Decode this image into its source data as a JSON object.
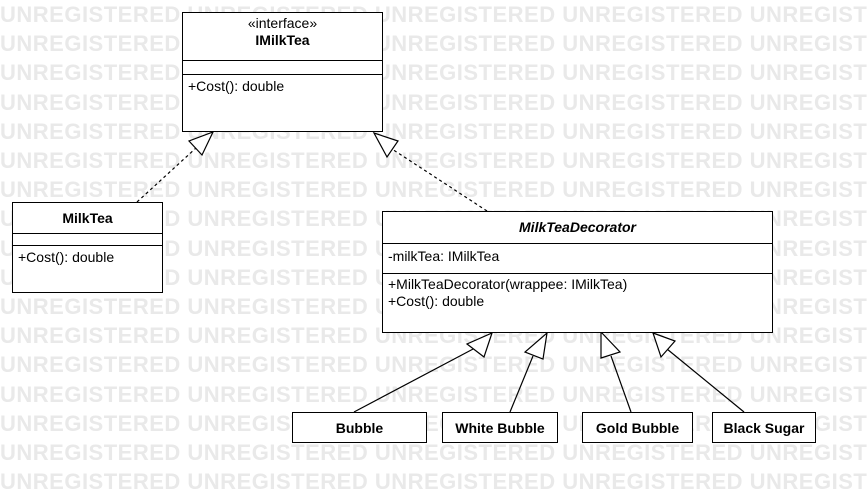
{
  "watermark": {
    "text": "UNREGISTERED"
  },
  "classes": {
    "imilktea": {
      "stereotype": "«interface»",
      "name": "IMilkTea",
      "attributes": [],
      "methods": [
        "+Cost(): double"
      ]
    },
    "milktea": {
      "name": "MilkTea",
      "attributes": [],
      "methods": [
        "+Cost(): double"
      ]
    },
    "decorator": {
      "name": "MilkTeaDecorator",
      "attributes": [
        "-milkTea: IMilkTea"
      ],
      "methods": [
        "+MilkTeaDecorator(wrappee: IMilkTea)",
        "+Cost(): double"
      ]
    }
  },
  "leaves": [
    "Bubble",
    "White Bubble",
    "Gold Bubble",
    "Black Sugar"
  ],
  "relationships": [
    {
      "from": "MilkTea",
      "to": "IMilkTea",
      "kind": "realization"
    },
    {
      "from": "MilkTeaDecorator",
      "to": "IMilkTea",
      "kind": "realization"
    },
    {
      "from": "Bubble",
      "to": "MilkTeaDecorator",
      "kind": "generalization"
    },
    {
      "from": "White Bubble",
      "to": "MilkTeaDecorator",
      "kind": "generalization"
    },
    {
      "from": "Gold Bubble",
      "to": "MilkTeaDecorator",
      "kind": "generalization"
    },
    {
      "from": "Black Sugar",
      "to": "MilkTeaDecorator",
      "kind": "generalization"
    }
  ],
  "colors": {
    "line": "#000000",
    "watermark": "#e9e9e9",
    "background": "#ffffff"
  }
}
